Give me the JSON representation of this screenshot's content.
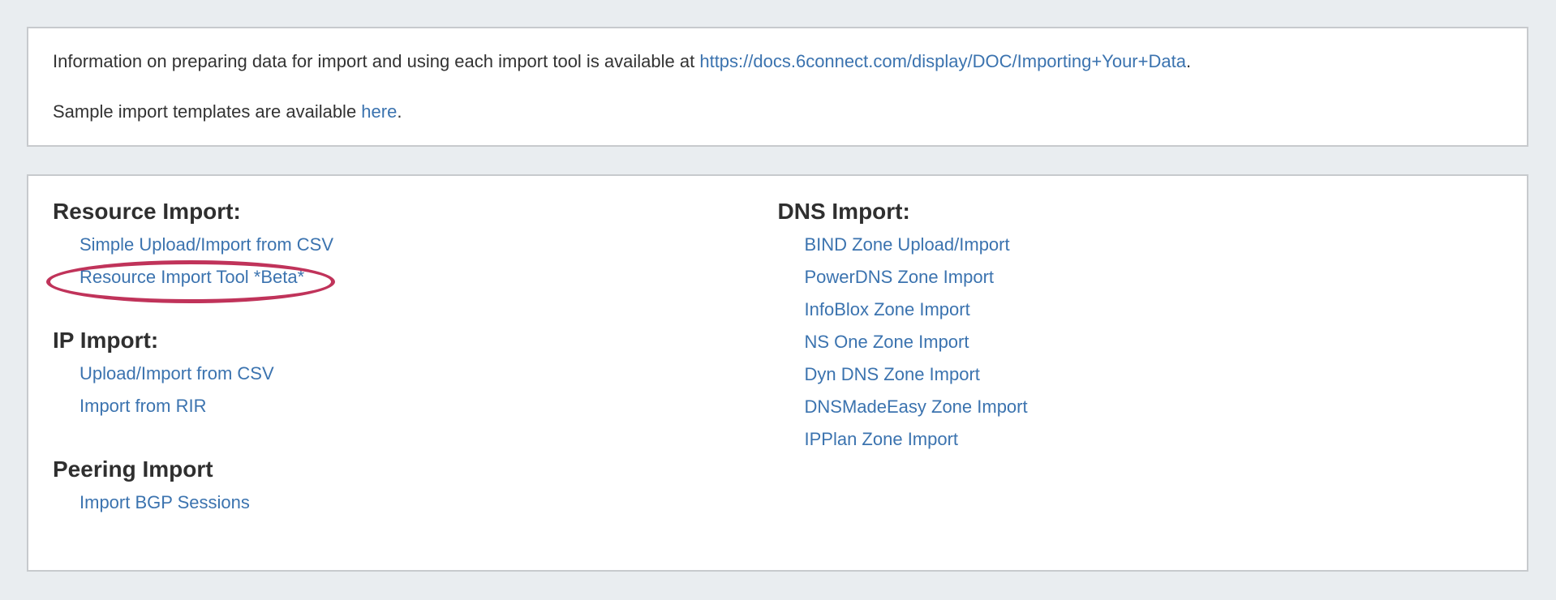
{
  "colors": {
    "page_background": "#e9edf0",
    "panel_background": "#ffffff",
    "panel_border": "#c7cacd",
    "link": "#3b73af",
    "heading": "#2f2f2f",
    "body_text": "#333333",
    "annotation": "#c0335a"
  },
  "info_panel": {
    "line1_prefix": "Information on preparing data for import and using each import tool is available at ",
    "line1_link": "https://docs.6connect.com/display/DOC/Importing+Your+Data",
    "line1_suffix": ".",
    "line2_prefix": "Sample import templates are available ",
    "line2_link": "here",
    "line2_suffix": "."
  },
  "import_panel": {
    "left_column": {
      "sections": [
        {
          "heading": "Resource Import:",
          "links": [
            {
              "label": "Simple Upload/Import from CSV"
            },
            {
              "label": "Resource Import Tool *Beta*",
              "annotated": true
            }
          ]
        },
        {
          "heading": "IP Import:",
          "links": [
            {
              "label": "Upload/Import from CSV"
            },
            {
              "label": "Import from RIR"
            }
          ]
        },
        {
          "heading": "Peering Import",
          "links": [
            {
              "label": "Import BGP Sessions"
            }
          ]
        }
      ]
    },
    "right_column": {
      "sections": [
        {
          "heading": "DNS Import:",
          "links": [
            {
              "label": "BIND Zone Upload/Import"
            },
            {
              "label": "PowerDNS Zone Import"
            },
            {
              "label": "InfoBlox Zone Import"
            },
            {
              "label": "NS One Zone Import"
            },
            {
              "label": "Dyn DNS Zone Import"
            },
            {
              "label": "DNSMadeEasy Zone Import"
            },
            {
              "label": "IPPlan Zone Import"
            }
          ]
        }
      ]
    },
    "annotation": {
      "shape": "ellipse",
      "color": "#c0335a",
      "target": "Resource Import Tool *Beta*"
    }
  }
}
